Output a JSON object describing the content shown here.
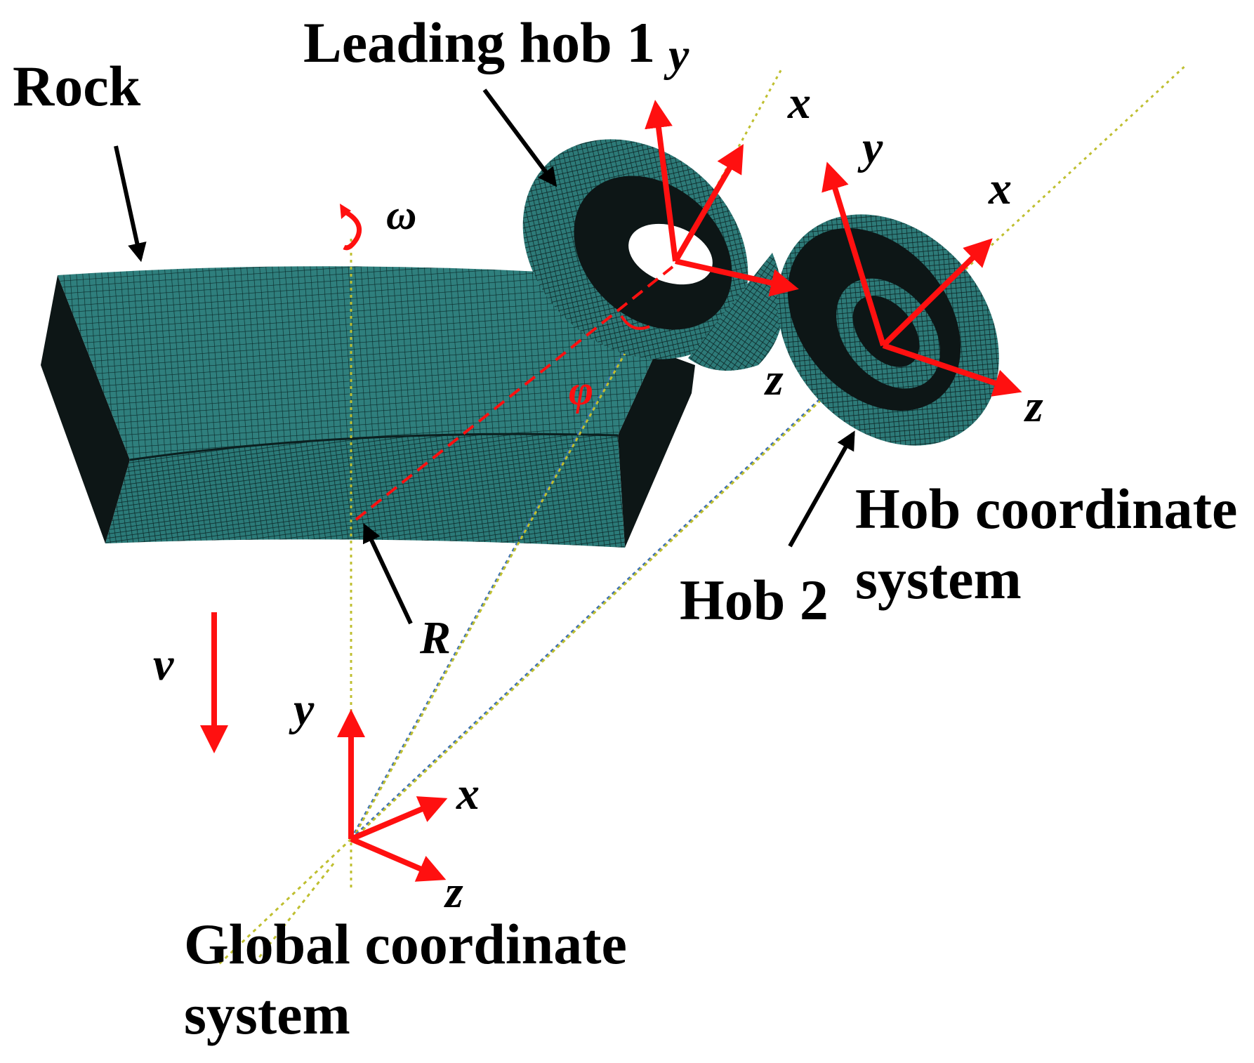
{
  "labels": {
    "rock": "Rock",
    "leading_hob": "Leading hob 1",
    "hob2": "Hob 2",
    "hob_cs_line1": "Hob coordinate",
    "hob_cs_line2": "system",
    "global_cs_line1": "Global coordinate",
    "global_cs_line2": "system"
  },
  "symbols": {
    "omega": "ω",
    "phi": "φ",
    "radius": "R",
    "velocity": "v"
  },
  "axes": {
    "hob1": {
      "x": "x",
      "y": "y",
      "z": "z"
    },
    "hob2": {
      "x": "x",
      "y": "y",
      "z": "z"
    },
    "global": {
      "x": "x",
      "y": "y",
      "z": "z"
    }
  },
  "colors": {
    "mesh": "#2f7f7d",
    "mesh_dark": "#0d1616",
    "axis_arrow": "#ff1010",
    "guide_line": "#bfbf30",
    "guide_line_blue": "#3a6fb5",
    "label": "#000000"
  }
}
